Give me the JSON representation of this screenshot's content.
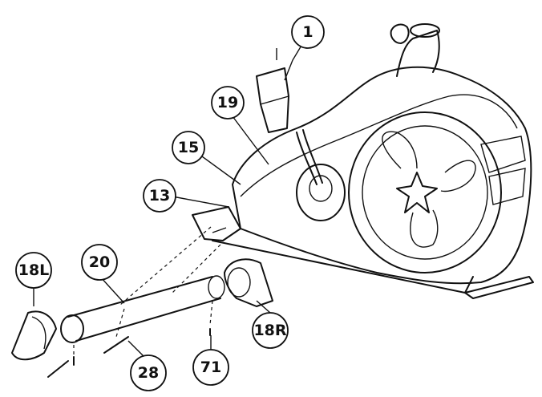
{
  "callouts": {
    "c1": "1",
    "c19": "19",
    "c15": "15",
    "c13": "13",
    "c18L": "18L",
    "c20": "20",
    "c18R": "18R",
    "c28": "28",
    "c71": "71"
  }
}
